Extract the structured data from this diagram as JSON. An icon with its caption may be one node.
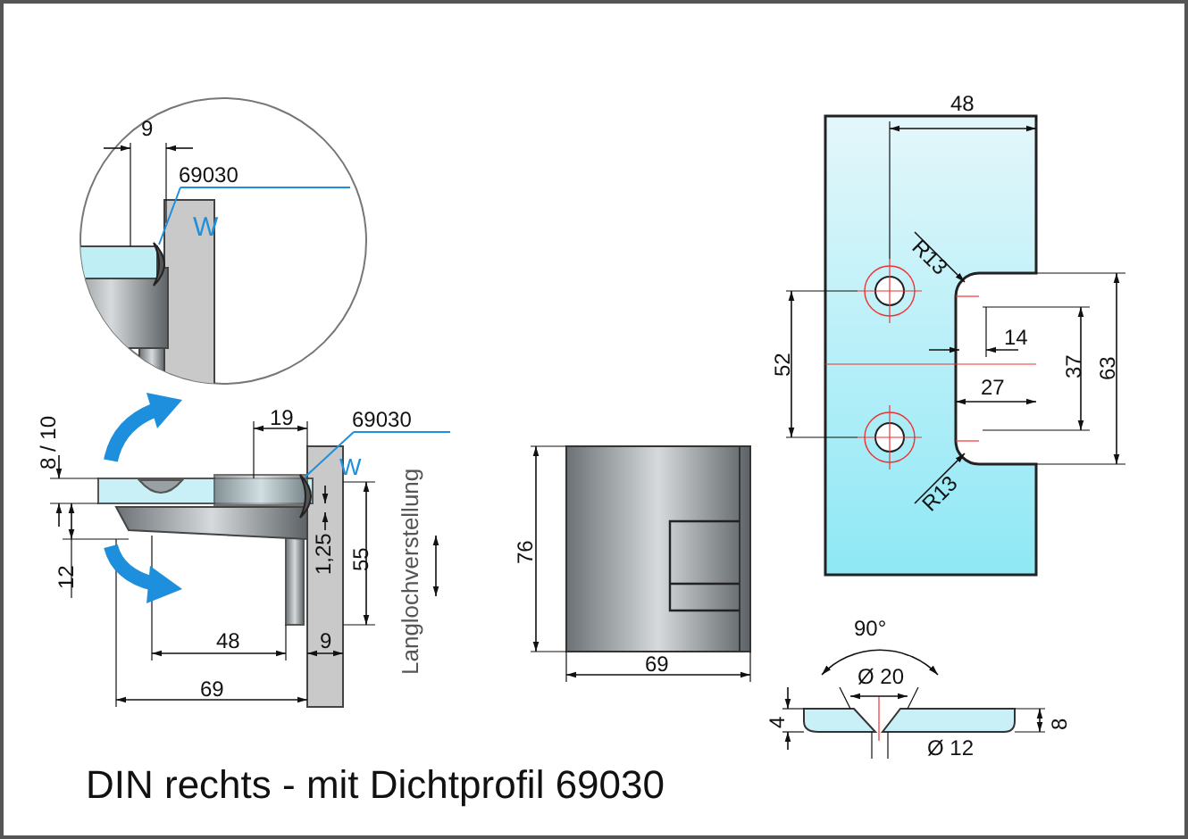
{
  "diagram": {
    "title": "DIN rechts - mit Dichtprofil 69030",
    "nodes": [
      {
        "text": [
          "69030"
        ]
      },
      {
        "text": [
          "69030"
        ]
      },
      {
        "text": [],
        "shape": "picture"
      },
      {
        "text": [],
        "shape": "picture"
      }
    ],
    "edges": [
      {
        "from": 0,
        "to": 2,
        "arrow": "none"
      },
      {
        "from": 1,
        "to": 3,
        "arrow": "none"
      }
    ],
    "labels": [
      "9",
      "W",
      "8 / 10",
      "12",
      "19",
      "W",
      "1,25",
      "55",
      "Langlochverstellung",
      "48",
      "9",
      "69",
      "48",
      "R13",
      "52",
      "14",
      "37",
      "63",
      "27",
      "R13",
      "76",
      "69",
      "90°",
      "Ø 20",
      "4",
      "8",
      "Ø 12"
    ]
  }
}
